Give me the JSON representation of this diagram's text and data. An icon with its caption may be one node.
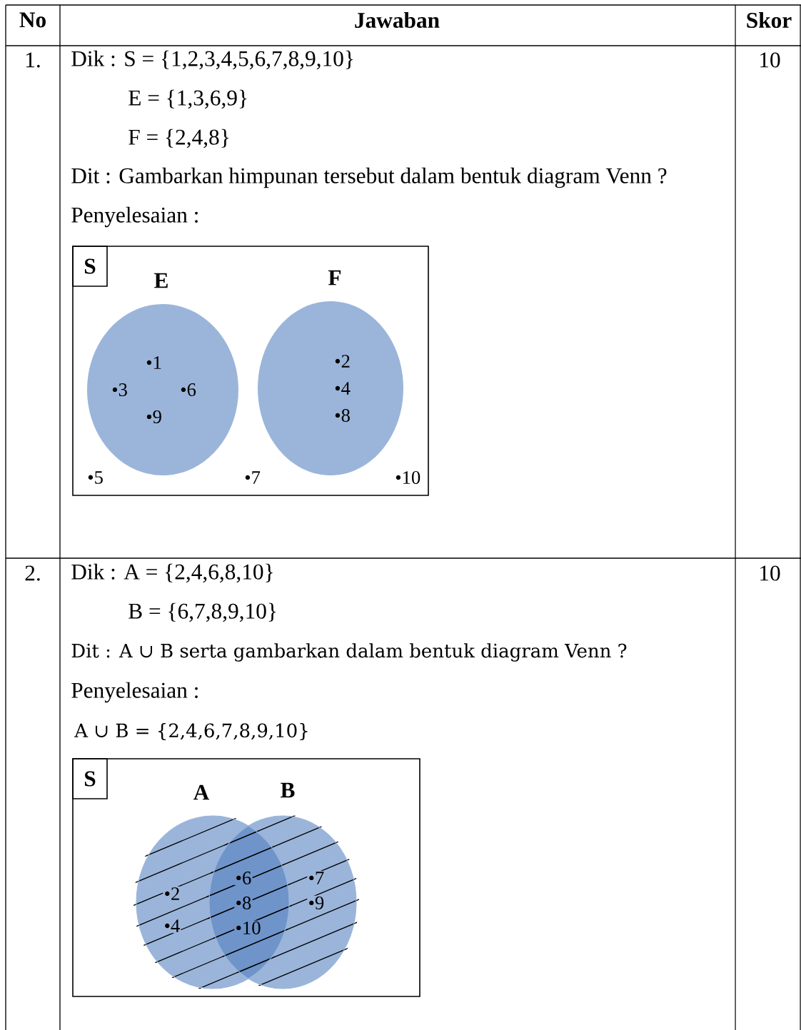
{
  "diagram": {
    "nodes": [
      {
        "text": [],
        "shape": "box"
      },
      {
        "text": [
          "S"
        ],
        "in": 0
      },
      {
        "text": [
          "E"
        ],
        "in": 0
      },
      {
        "text": [
          "F"
        ],
        "in": 0
      },
      {
        "text": [],
        "shape": "box"
      },
      {
        "text": [
          "S"
        ],
        "in": 4
      },
      {
        "text": [
          "A"
        ],
        "in": 4
      },
      {
        "text": [
          "B"
        ],
        "in": 4
      }
    ],
    "labels": [
      "No",
      "Jawaban",
      "Skor",
      "1.",
      "Dik : S = {1,2,3,4,5,6,7,8,9,10}",
      "10",
      "E = {1,3,6,9}",
      "F = {2,4,8}",
      "Dit : Gambarkan himpunan tersebut dalam bentuk diagram Venn ?",
      "Penyelesaian :",
      "•1",
      "•3",
      "•6",
      "•9",
      "•2",
      "•4",
      "•8",
      "•5",
      "•7",
      "•10",
      "2.",
      "Dik : A = {2,4,6,8,10}",
      "10",
      "B = {6,7,8,9,10}",
      "Dit : A ∪ B serta gambarkan dalam bentuk diagram Venn ?",
      "Penyelesaian :",
      "A ∪ B = {2,4,6,7,8,9,10}",
      "•2",
      "•4",
      "•6",
      "•8",
      "•10",
      "•7",
      "•9"
    ]
  }
}
